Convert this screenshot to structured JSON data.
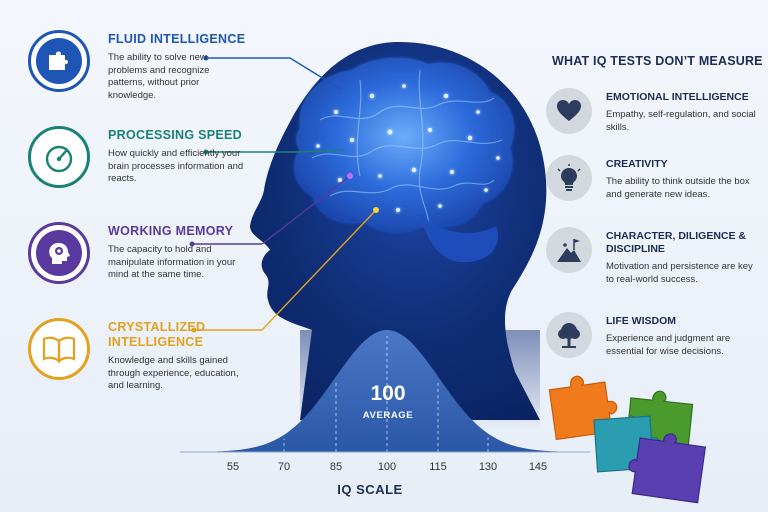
{
  "left_items": [
    {
      "title": "FLUID INTELLIGENCE",
      "desc": "The ability to solve new problems and recognize patterns, without prior knowledge.",
      "color": "#1f56b5",
      "icon": "puzzle-piece-icon"
    },
    {
      "title": "PROCESSING SPEED",
      "desc": "How quickly and efficiently your brain processes information and reacts.",
      "color": "#1a8275",
      "icon": "speedometer-icon"
    },
    {
      "title": "WORKING MEMORY",
      "desc": "The capacity to hold and manipulate information in your mind at the same time.",
      "color": "#5a3a9e",
      "icon": "head-gear-icon"
    },
    {
      "title": "CRYSTALLIZED INTELLIGENCE",
      "desc": "Knowledge and skills gained through experience, education, and learning.",
      "color": "#e3a11e",
      "icon": "open-book-icon"
    }
  ],
  "right_heading": "WHAT IQ TESTS DON’T MEASURE",
  "right_items": [
    {
      "title": "EMOTIONAL INTELLIGENCE",
      "desc": "Empathy, self-regulation, and social skills.",
      "icon": "heart-icon"
    },
    {
      "title": "CREATIVITY",
      "desc": "The ability to think outside the box and generate new ideas.",
      "icon": "lightbulb-icon"
    },
    {
      "title": "CHARACTER, DILIGENCE & DISCIPLINE",
      "desc": "Motivation and persistence are key to real-world success.",
      "icon": "mountain-flag-icon"
    },
    {
      "title": "LIFE WISDOM",
      "desc": "Experience and judgment are essential for wise decisions.",
      "icon": "tree-icon"
    }
  ],
  "bell_curve": {
    "average_value": "100",
    "average_label": "AVERAGE",
    "ticks": [
      "55",
      "70",
      "85",
      "100",
      "115",
      "130",
      "145"
    ],
    "scale_title": "IQ SCALE"
  },
  "colors": {
    "navy": "#1b2c55",
    "head_dark": "#0e2a6a",
    "brain_glow": "#3d8dff",
    "curve_fill": "#3b67b5",
    "puzzle_orange": "#f07b1c",
    "puzzle_green": "#4a9a2e",
    "puzzle_teal": "#2a9db1",
    "puzzle_purple": "#5a3fb0"
  }
}
